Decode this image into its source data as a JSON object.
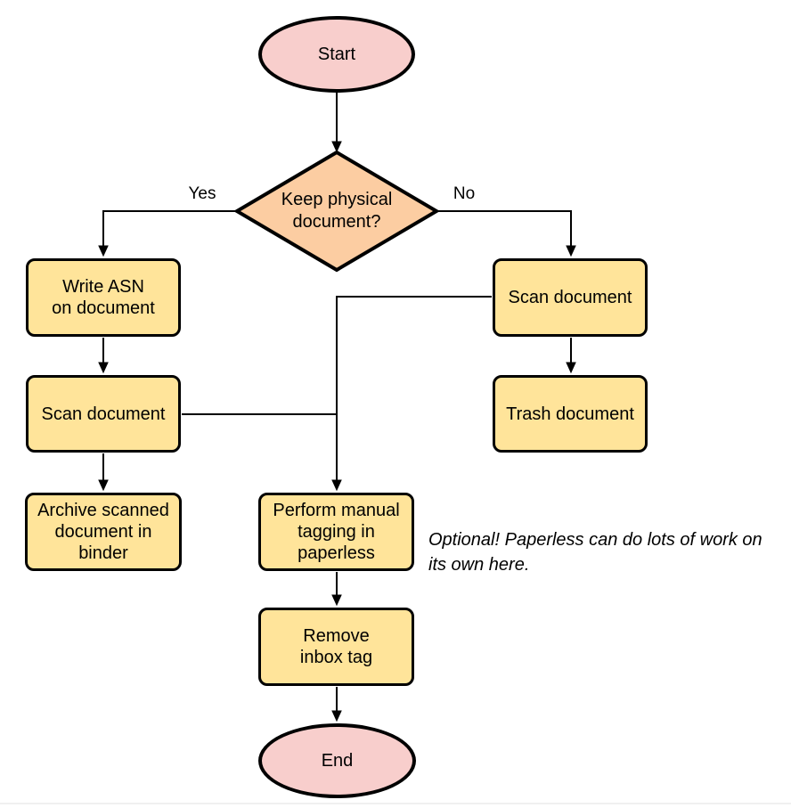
{
  "nodes": {
    "start": {
      "type": "terminator",
      "label": "Start"
    },
    "decision": {
      "type": "decision",
      "lines": [
        "Keep physical",
        "document?"
      ]
    },
    "write_asn": {
      "type": "process",
      "lines": [
        "Write ASN",
        "on document"
      ]
    },
    "scan_left": {
      "type": "process",
      "lines": [
        "Scan document"
      ]
    },
    "archive": {
      "type": "process",
      "lines": [
        "Archive scanned",
        "document in",
        "binder"
      ]
    },
    "scan_right": {
      "type": "process",
      "lines": [
        "Scan document"
      ]
    },
    "trash": {
      "type": "process",
      "lines": [
        "Trash document"
      ]
    },
    "perform": {
      "type": "process",
      "lines": [
        "Perform manual",
        "tagging in",
        "paperless"
      ]
    },
    "remove": {
      "type": "process",
      "lines": [
        "Remove",
        "inbox tag"
      ]
    },
    "end": {
      "type": "terminator",
      "label": "End"
    }
  },
  "edges": {
    "yes_label": "Yes",
    "no_label": "No"
  },
  "annotation": {
    "lines": [
      "Optional! Paperless can do lots of work on",
      "its own here."
    ]
  },
  "colors": {
    "terminator_fill": "#F8CECC",
    "decision_fill": "#FCCDA2",
    "process_fill": "#FFE49A",
    "stroke": "#000000"
  }
}
